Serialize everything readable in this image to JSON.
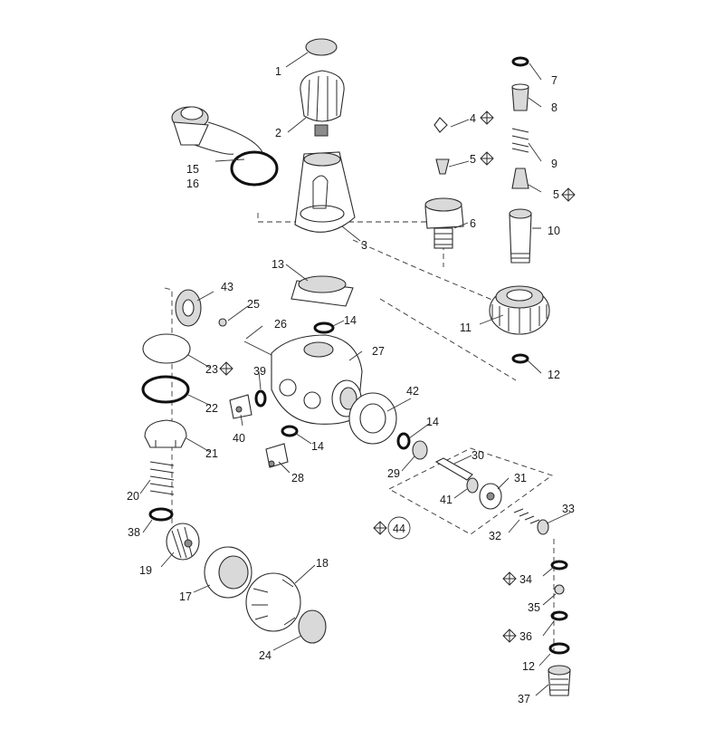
{
  "labels": [
    "1",
    "2",
    "3",
    "4",
    "5",
    "5",
    "6",
    "7",
    "8",
    "9",
    "10",
    "11",
    "12",
    "13",
    "14",
    "14",
    "14",
    "15",
    "16",
    "17",
    "18",
    "19",
    "20",
    "21",
    "22",
    "23",
    "24",
    "25",
    "26",
    "27",
    "28",
    "29",
    "30",
    "31",
    "32",
    "33",
    "34",
    "35",
    "36",
    "12",
    "37",
    "38",
    "39",
    "40",
    "41",
    "42",
    "43",
    "44"
  ],
  "icons": [
    "diamond-cross-icon"
  ]
}
